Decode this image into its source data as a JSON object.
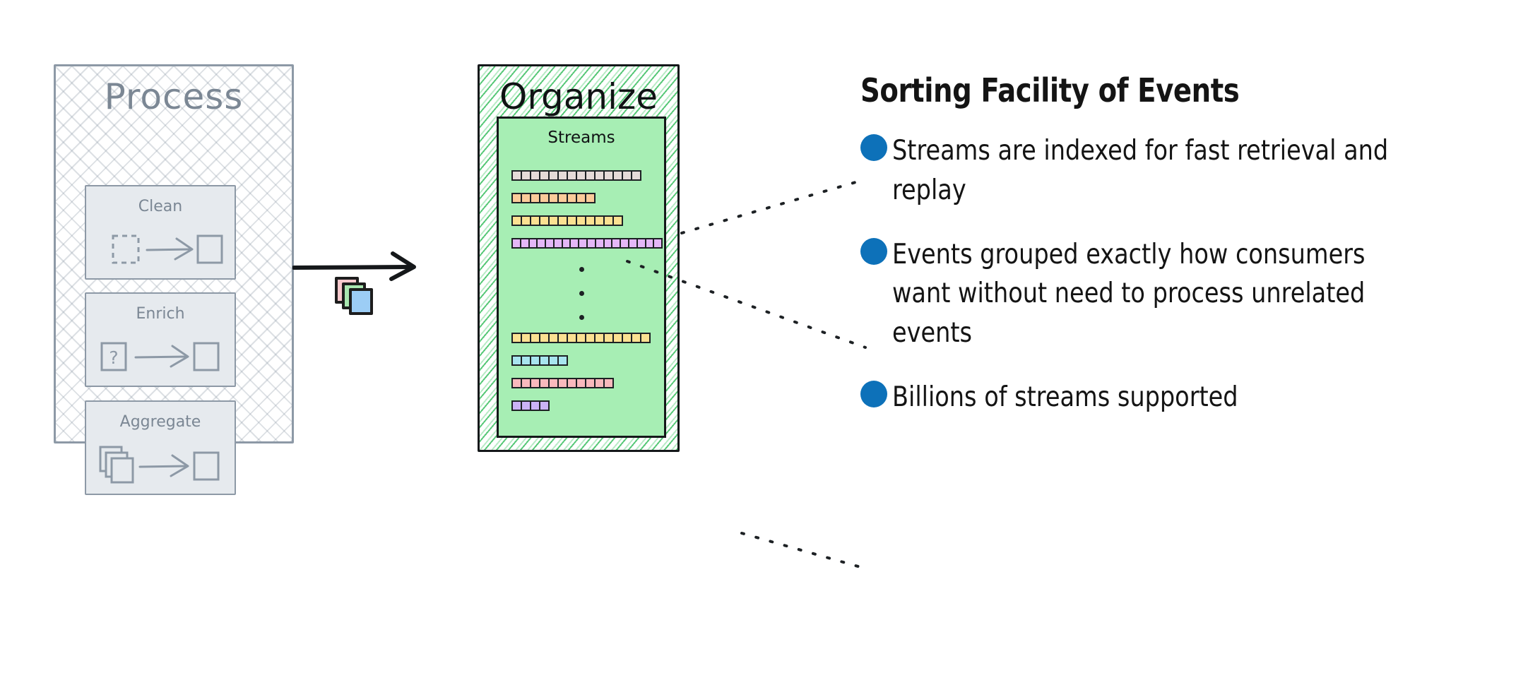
{
  "process": {
    "title": "Process",
    "cards": [
      {
        "label": "Clean",
        "icon": "dashed-box-to-box-icon"
      },
      {
        "label": "Enrich",
        "icon": "question-box-to-box-icon"
      },
      {
        "label": "Aggregate",
        "icon": "stacked-boxes-to-box-icon"
      }
    ]
  },
  "flow": {
    "arrow_icon": "right-arrow-icon",
    "card_stack_icon": "stacked-cards-icon",
    "card_stack_colors": [
      "#f9c9cd",
      "#a9e7b0",
      "#9ccdf5"
    ]
  },
  "organize": {
    "title": "Organize",
    "streams_label": "Streams",
    "ellipsis": "vertical-ellipsis",
    "streams_top": [
      {
        "name": "stream-beige",
        "segments": 14,
        "color": "#e5dbd8"
      },
      {
        "name": "stream-orange",
        "segments": 9,
        "color": "#fbcb9a"
      },
      {
        "name": "stream-yellow",
        "segments": 12,
        "color": "#fbe192"
      },
      {
        "name": "stream-violet",
        "segments": 18,
        "color": "#e4b7f7"
      }
    ],
    "streams_bottom": [
      {
        "name": "stream-yellow-2",
        "segments": 15,
        "color": "#fbe192"
      },
      {
        "name": "stream-cyan",
        "segments": 6,
        "color": "#a8e5ef"
      },
      {
        "name": "stream-pink",
        "segments": 11,
        "color": "#f9b9bd"
      },
      {
        "name": "stream-purple",
        "segments": 4,
        "color": "#cbb2f6"
      }
    ]
  },
  "info": {
    "title": "Sorting Facility of Events",
    "bullets": [
      "Streams are indexed for fast retrieval and replay",
      "Events grouped exactly how consumers want without need to process unrelated events",
      "Billions of streams supported"
    ]
  },
  "colors": {
    "accent_blue": "#0d71b9",
    "organize_green": "#a7eeb4",
    "hatch_green": "#58c878",
    "process_gray": "#8d99a6",
    "card_gray": "#e6eaee",
    "ink": "#141414"
  }
}
